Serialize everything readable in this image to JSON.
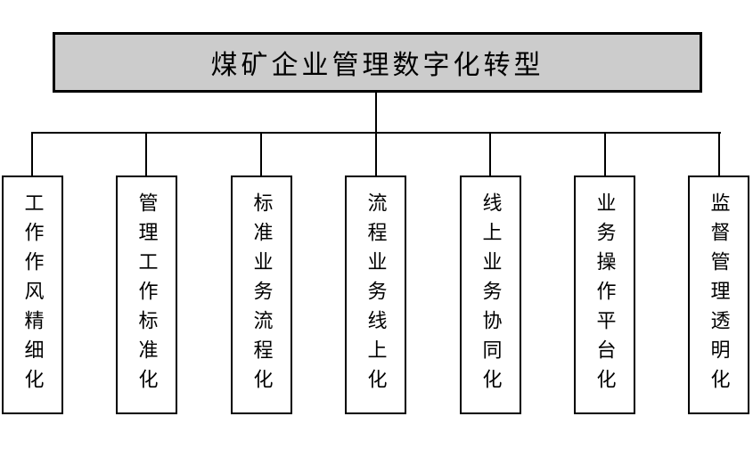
{
  "diagram": {
    "root": {
      "label": "煤矿企业管理数字化转型"
    },
    "branches": [
      {
        "label": "工作作风精细化"
      },
      {
        "label": "管理工作标准化"
      },
      {
        "label": "标准业务流程化"
      },
      {
        "label": "流程业务线上化"
      },
      {
        "label": "线上业务协同化"
      },
      {
        "label": "业务操作平台化"
      },
      {
        "label": "监督管理透明化"
      }
    ],
    "colors": {
      "root_background": "#cccccc",
      "branch_background": "#ffffff",
      "border": "#000000",
      "connector_line": "#000000",
      "text": "#000000"
    }
  }
}
